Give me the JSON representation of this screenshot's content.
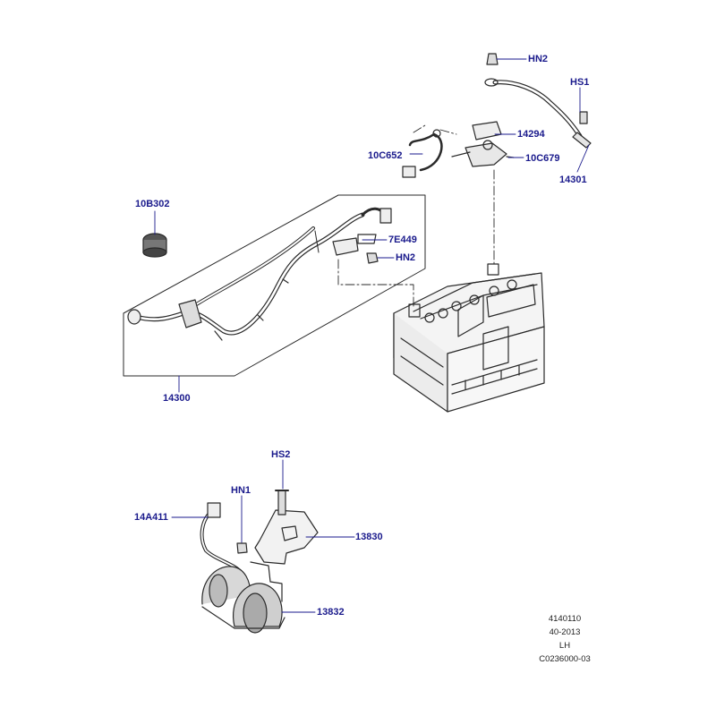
{
  "callouts": {
    "hn2_top": "HN2",
    "hs1": "HS1",
    "p14294": "14294",
    "p10c652": "10C652",
    "p10c679": "10C679",
    "p14301": "14301",
    "p10b302": "10B302",
    "p7e449": "7E449",
    "hn2_mid": "HN2",
    "p14300": "14300",
    "hs2": "HS2",
    "hn1": "HN1",
    "p14a411": "14A411",
    "p13830": "13830",
    "p13832": "13832"
  },
  "footer": {
    "line1": "4140110",
    "line2": "40-2013",
    "line3": "LH",
    "line4": "C0236000-03"
  },
  "colors": {
    "callout_text": "#1a1a8c",
    "line_art": "#2a2a2a",
    "leader": "#1a1a8c"
  }
}
